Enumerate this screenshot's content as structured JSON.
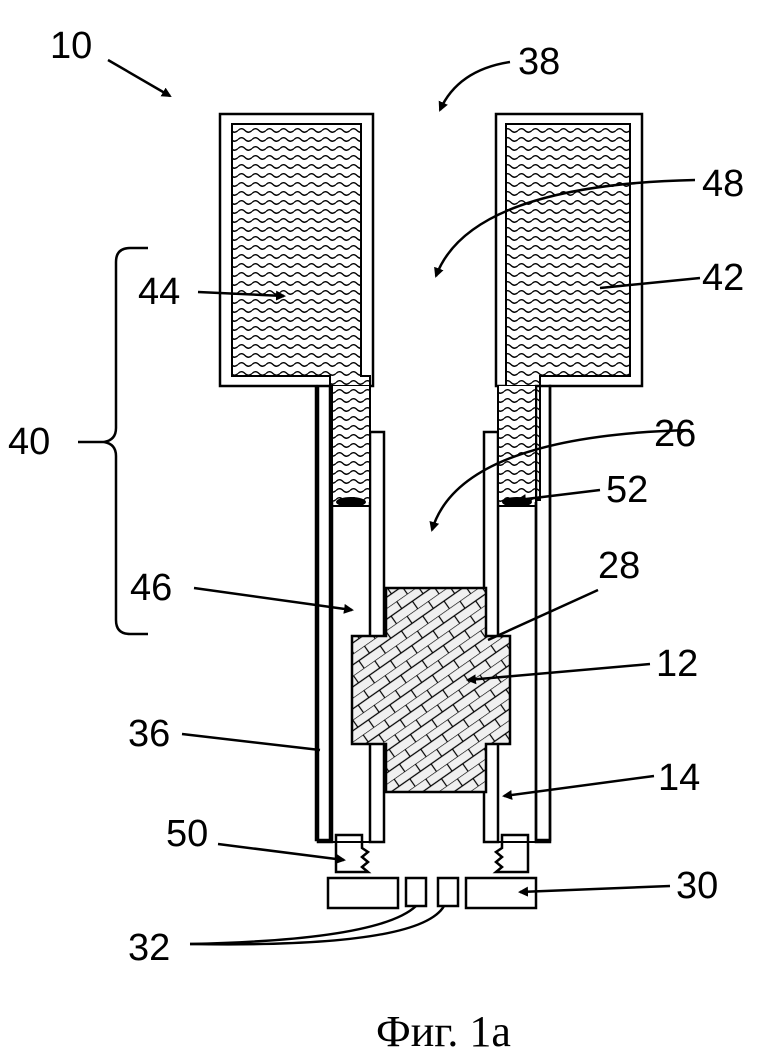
{
  "labels": {
    "l10": "10",
    "l38": "38",
    "l48": "48",
    "l44": "44",
    "l42": "42",
    "l40": "40",
    "l26": "26",
    "l52": "52",
    "l46": "46",
    "l28": "28",
    "l12": "12",
    "l36": "36",
    "l14": "14",
    "l50": "50",
    "l30": "30",
    "l32": "32"
  },
  "caption": "Фиг. 1a",
  "colors": {
    "ink": "#000000",
    "fill_light": "#e6e6e6",
    "fill_block": "#ececec"
  }
}
